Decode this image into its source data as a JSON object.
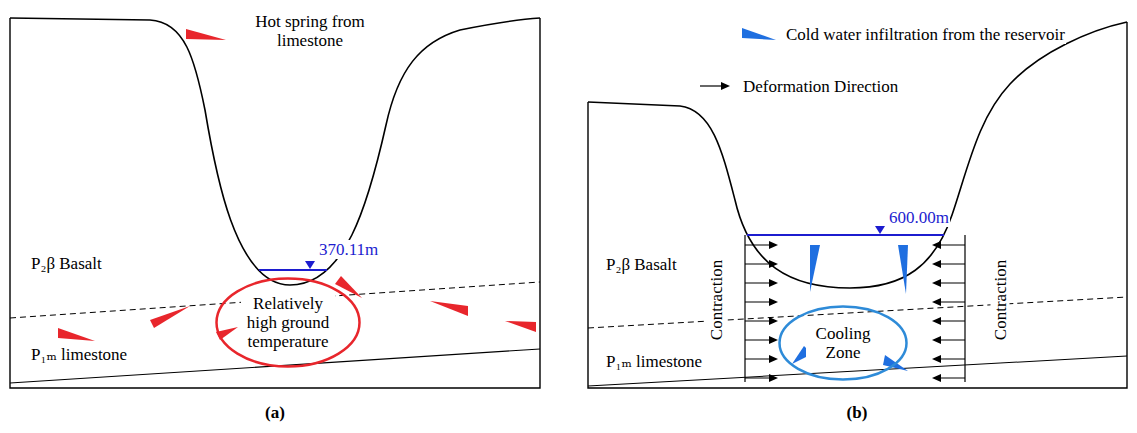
{
  "diagram": {
    "nodes": [
      {
        "text": [
          "Relatively high ground temperature"
        ]
      },
      {
        "text": [
          "Cooling Zone"
        ]
      }
    ],
    "labels": [
      "370.11m",
      "P₂β Basalt",
      "P₁ₘ limestone",
      "(a)",
      "600.00m",
      "P₂β Basalt",
      "Contraction",
      "Contraction",
      "P₁ₘ limestone",
      "(b)"
    ],
    "legend": [
      {
        "text": "Hot spring from limestone"
      },
      {
        "text": "Cold water infiltration from the reservoir"
      },
      {
        "text": "Deformation Direction"
      }
    ]
  }
}
